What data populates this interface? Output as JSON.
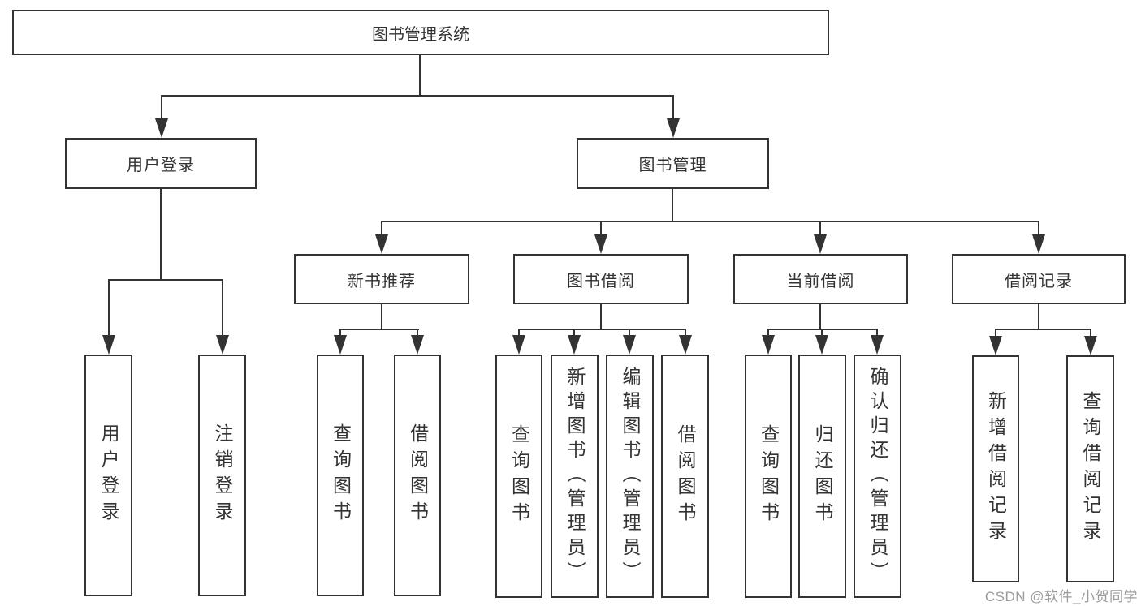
{
  "diagram_type": "tree",
  "hierarchy": {
    "label": "图书管理系统",
    "children": [
      {
        "label": "用户登录",
        "children": [
          {
            "label": "用户登录"
          },
          {
            "label": "注销登录"
          }
        ]
      },
      {
        "label": "图书管理",
        "children": [
          {
            "label": "新书推荐",
            "children": [
              {
                "label": "查询图书"
              },
              {
                "label": "借阅图书"
              }
            ]
          },
          {
            "label": "图书借阅",
            "children": [
              {
                "label": "查询图书"
              },
              {
                "label": "新增图书（管理员）"
              },
              {
                "label": "编辑图书（管理员）"
              },
              {
                "label": "借阅图书"
              }
            ]
          },
          {
            "label": "当前借阅",
            "children": [
              {
                "label": "查询图书"
              },
              {
                "label": "归还图书"
              },
              {
                "label": "确认归还（管理员）"
              }
            ]
          },
          {
            "label": "借阅记录",
            "children": [
              {
                "label": "新增借阅记录"
              },
              {
                "label": "查询借阅记录"
              }
            ]
          }
        ]
      }
    ]
  },
  "watermark": {
    "text": "CSDN @软件_小贺同学"
  },
  "colors": {
    "line": "#333333",
    "box_border": "#333333",
    "text": "#333333",
    "watermark": "#9b9b9b",
    "background": "#ffffff"
  }
}
